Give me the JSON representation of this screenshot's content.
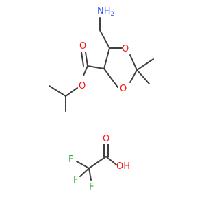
{
  "molecules": [
    {
      "atoms": [
        {
          "id": "N1",
          "text": "NH",
          "sub": "2",
          "color": "#3050F8"
        },
        {
          "id": "O1",
          "text": "O",
          "color": "#FF0D0D"
        },
        {
          "id": "O2",
          "text": "O",
          "color": "#FF0D0D"
        },
        {
          "id": "O3",
          "text": "O",
          "color": "#FF0D0D"
        },
        {
          "id": "O4",
          "text": "O",
          "color": "#FF0D0D"
        }
      ]
    },
    {
      "atoms": [
        {
          "id": "O5",
          "text": "O",
          "color": "#FF0D0D"
        },
        {
          "id": "OH",
          "text": "OH",
          "color": "#FF0D0D"
        },
        {
          "id": "F1",
          "text": "F",
          "color": "#33AA33"
        },
        {
          "id": "F2",
          "text": "F",
          "color": "#33AA33"
        },
        {
          "id": "F3",
          "text": "F",
          "color": "#33AA33"
        }
      ]
    }
  ]
}
